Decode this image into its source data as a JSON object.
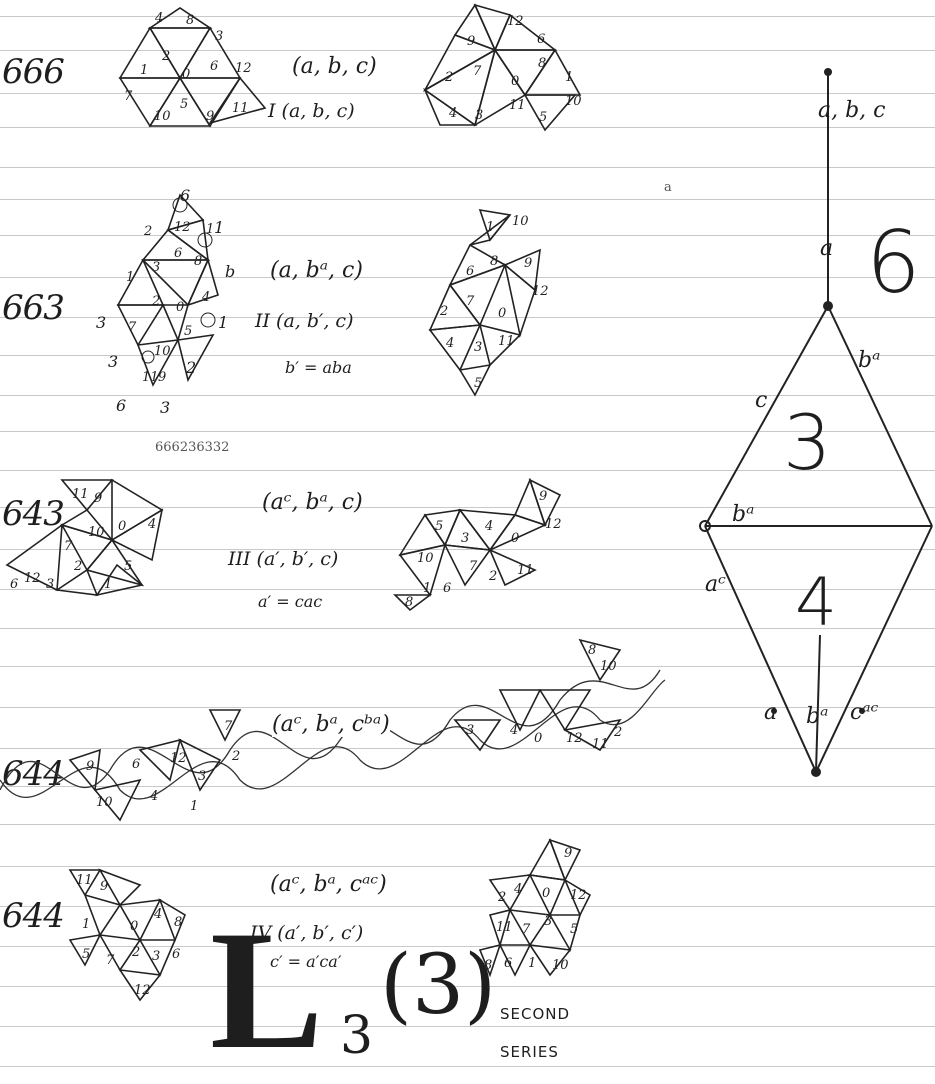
{
  "series": [
    {
      "name": "666",
      "formula": "(a, b, c)",
      "label": "I (a, b, c)",
      "left_numbers": [
        "4",
        "8",
        "3",
        "1",
        "2",
        "0",
        "6",
        "12",
        "7",
        "5",
        "10",
        "9",
        "11"
      ],
      "right_numbers": [
        "12",
        "9",
        "6",
        "2",
        "7",
        "0",
        "8",
        "1",
        "4",
        "3",
        "11",
        "5",
        "10"
      ]
    },
    {
      "name": "663",
      "formula": "(a, bᵃ, c)",
      "label": "II (a, b′, c)",
      "rel": "b′ = aba",
      "left_numbers": [
        "2",
        "12",
        "1",
        "3",
        "6",
        "8",
        "1",
        "2",
        "4",
        "7",
        "0",
        "9",
        "5",
        "11",
        "10"
      ],
      "right_numbers": [
        "10",
        "1",
        "6",
        "8",
        "9",
        "2",
        "7",
        "12",
        "0",
        "4",
        "3",
        "11",
        "5"
      ],
      "corner_marks": [
        "6",
        "1",
        "b",
        "3",
        "1",
        "3",
        "2",
        "6",
        "3"
      ]
    },
    {
      "name": "643",
      "formula": "(aᶜ, bᵃ, c)",
      "label": "III (a′, b′, c)",
      "rel": "a′ = cac",
      "left_numbers": [
        "11",
        "9",
        "10",
        "0",
        "4",
        "7",
        "12",
        "2",
        "6",
        "3",
        "1",
        "5"
      ],
      "right_numbers": [
        "9",
        "12",
        "5",
        "3",
        "4",
        "0",
        "10",
        "11",
        "7",
        "2",
        "8",
        "1",
        "6"
      ]
    },
    {
      "name": "644",
      "formula": "(aᶜ, bᵃ, cᵇᵃ)",
      "left_numbers": [
        "9",
        "10",
        "6",
        "12",
        "3",
        "2",
        "7",
        "4",
        "1"
      ],
      "right_numbers": [
        "8",
        "10",
        "3",
        "4",
        "0",
        "12",
        "11",
        "2"
      ]
    },
    {
      "name": "644",
      "formula": "(aᶜ, bᵃ, cᵃᶜ)",
      "label": "IV (a′, b′, c′)",
      "rel": "c′ = a′ca′",
      "left_numbers": [
        "11",
        "9",
        "1",
        "0",
        "4",
        "8",
        "5",
        "7",
        "2",
        "3",
        "6",
        "12"
      ],
      "right_numbers": [
        "9",
        "2",
        "4",
        "0",
        "12",
        "11",
        "7",
        "3",
        "5",
        "8",
        "6",
        "1",
        "10"
      ]
    }
  ],
  "stray_number": "666236332",
  "stray_mark": "a",
  "diagram": {
    "top_edge": "a, b, c",
    "top_edge_lower": "a",
    "top_face_degree": "6",
    "upper_face": "3",
    "lower_face": "4",
    "upper_left_edge": "c",
    "upper_right_edge": "bᵃ",
    "middle_edge": "bᵃ",
    "lower_left_edge": "aᶜ",
    "bottom_left_edge": "a",
    "bottom_mid_edge": "bᵃ",
    "bottom_right_edge": "cᵃᶜ"
  },
  "title": {
    "main": "L",
    "sub": "3",
    "arg": "(3)"
  },
  "caption": {
    "line1": "SECOND",
    "line2": "SERIES"
  }
}
